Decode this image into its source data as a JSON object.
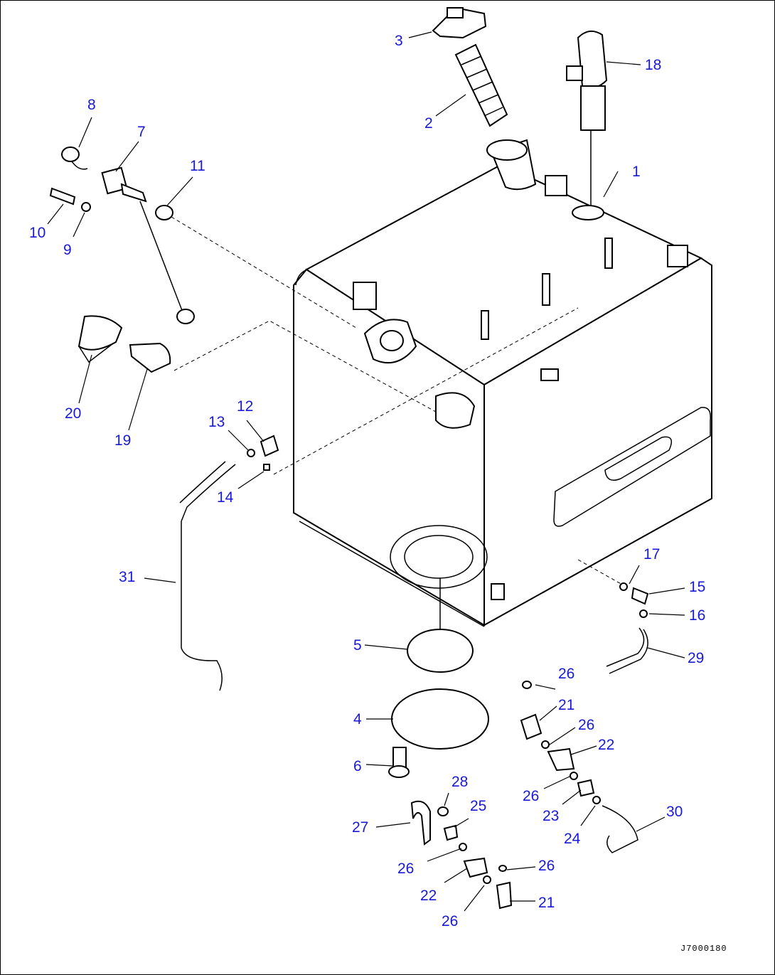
{
  "diagram": {
    "drawing_code": "J7000180",
    "callouts": [
      "1",
      "2",
      "3",
      "4",
      "5",
      "6",
      "7",
      "8",
      "9",
      "10",
      "11",
      "12",
      "13",
      "14",
      "15",
      "16",
      "17",
      "18",
      "19",
      "20",
      "21",
      "21",
      "22",
      "22",
      "23",
      "24",
      "25",
      "26",
      "26",
      "26",
      "26",
      "26",
      "26",
      "26",
      "27",
      "28",
      "29",
      "30",
      "31"
    ]
  }
}
